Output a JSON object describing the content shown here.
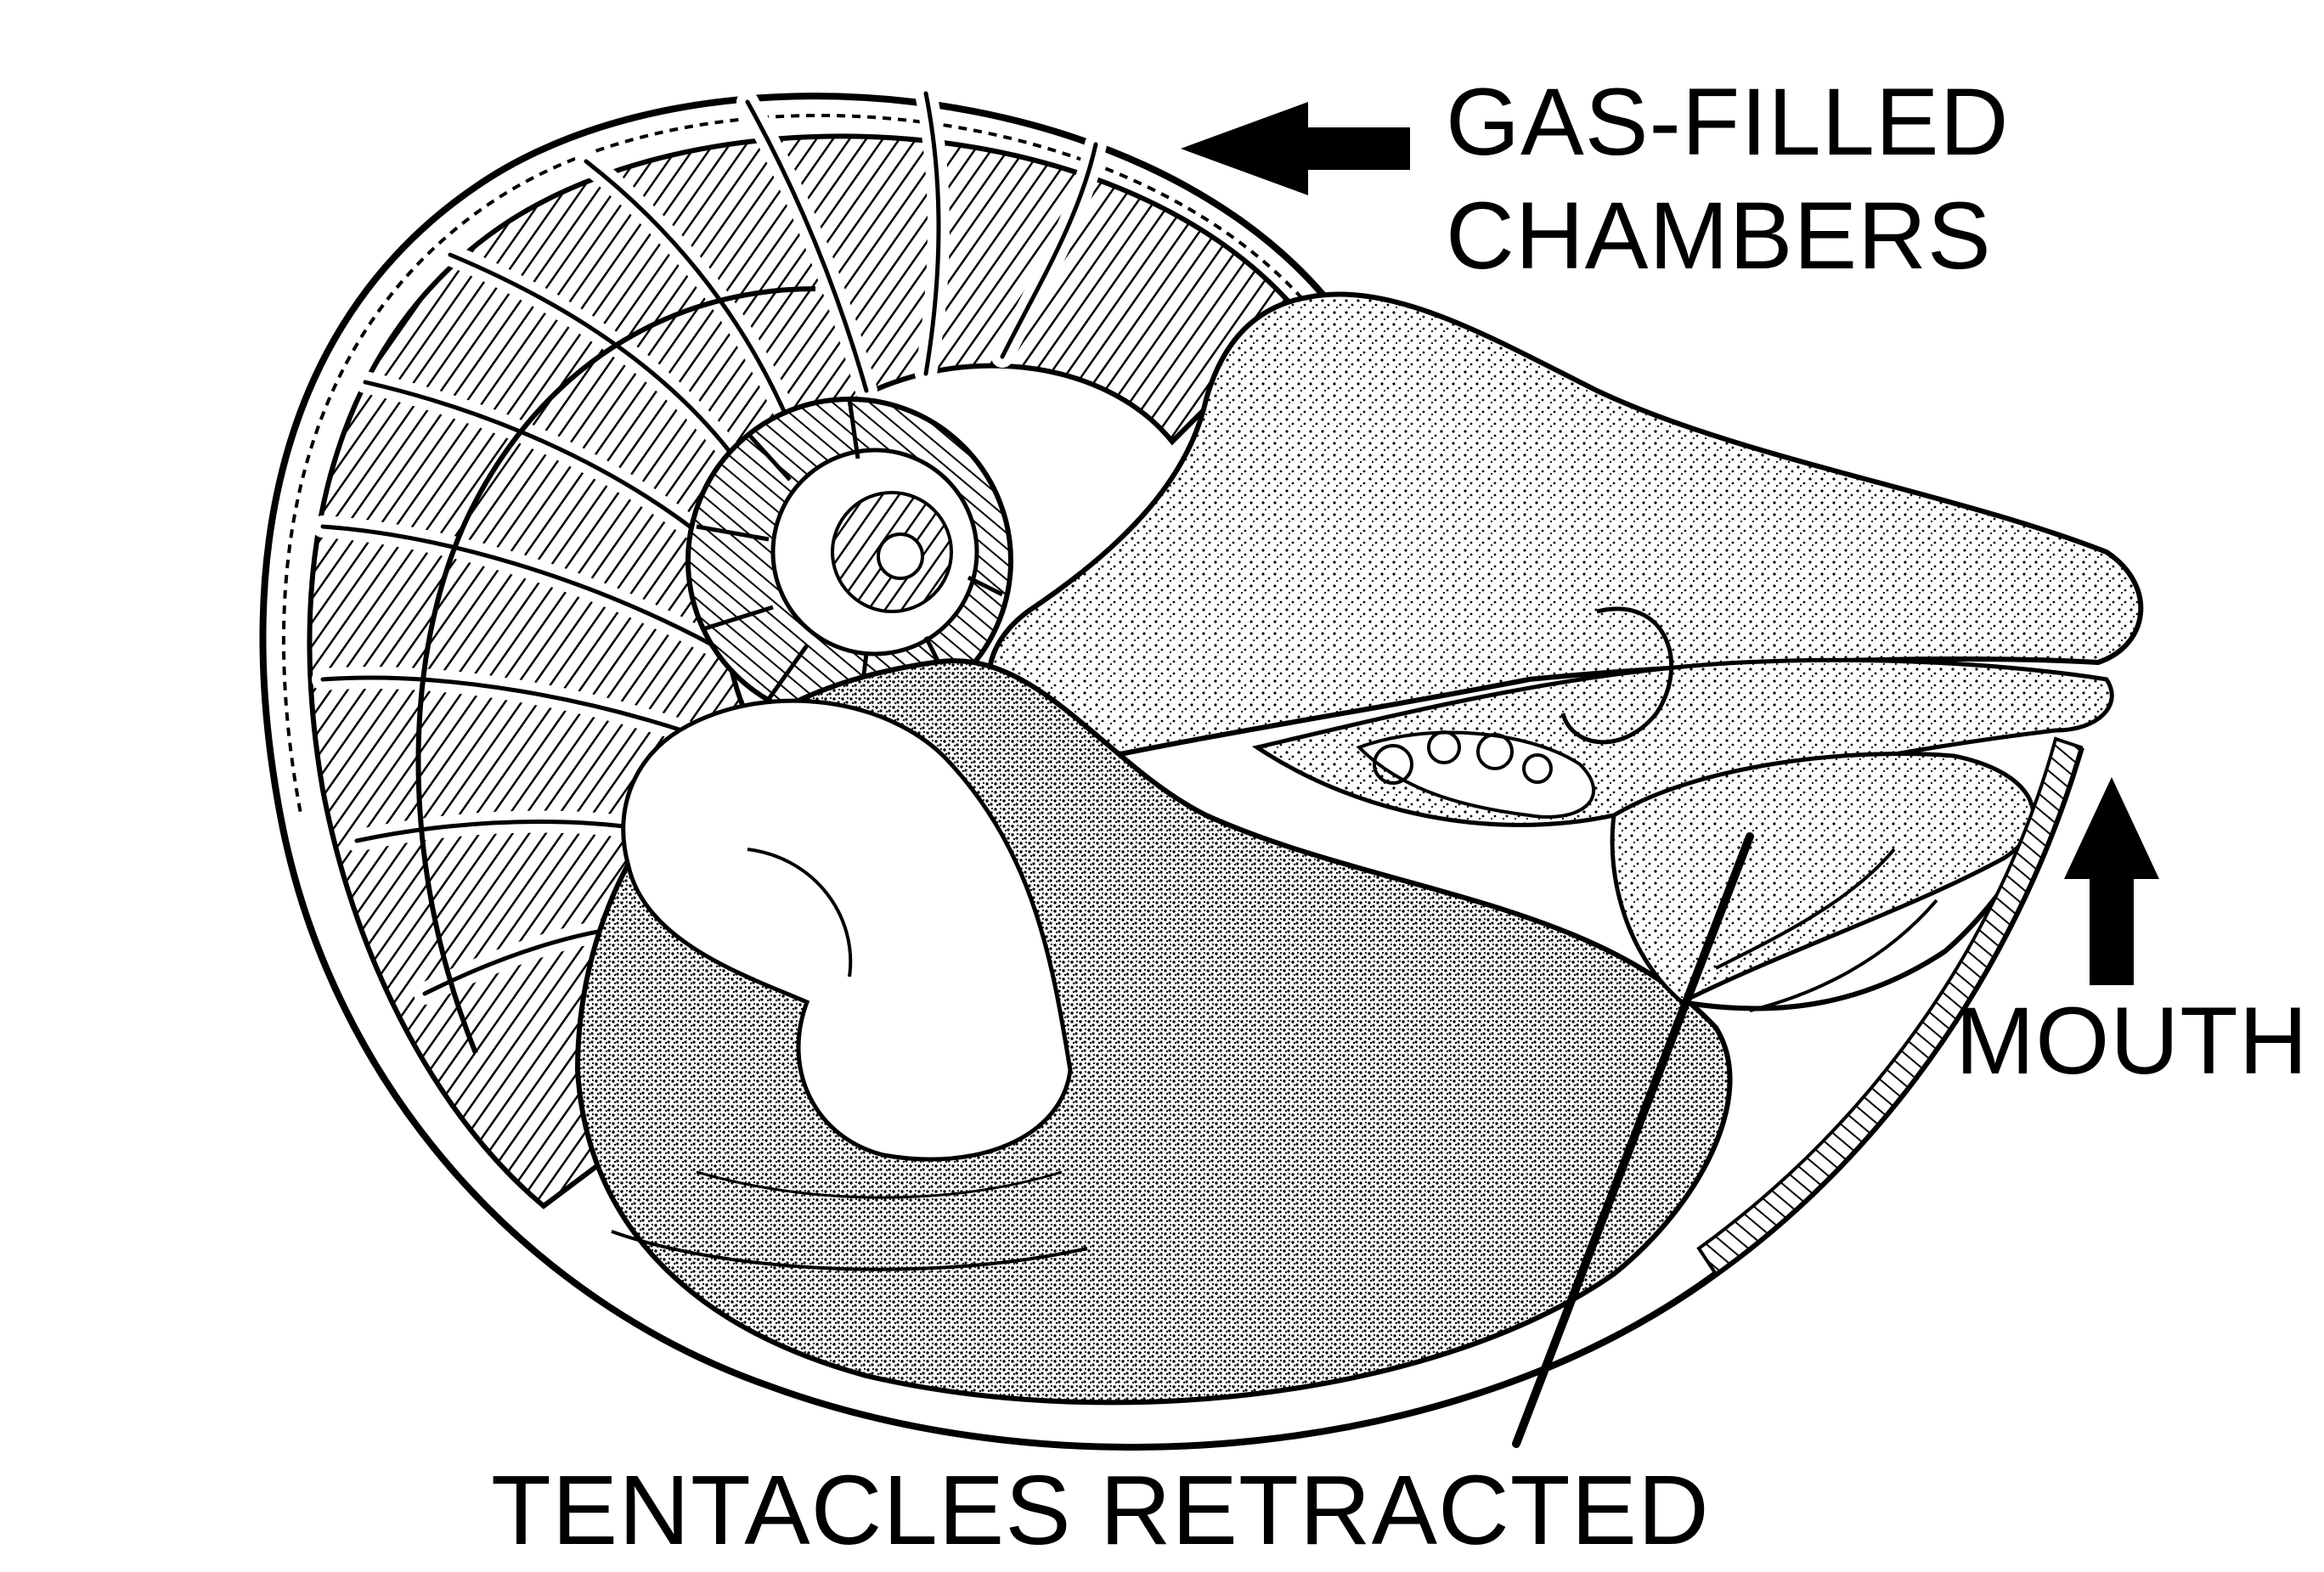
{
  "labels": {
    "gas_line1": "GAS-FILLED",
    "gas_line2": "CHAMBERS",
    "mouth": "MOUTH",
    "tentacles": "TENTACLES RETRACTED"
  },
  "colors": {
    "ink": "#000000",
    "paper": "#ffffff"
  }
}
